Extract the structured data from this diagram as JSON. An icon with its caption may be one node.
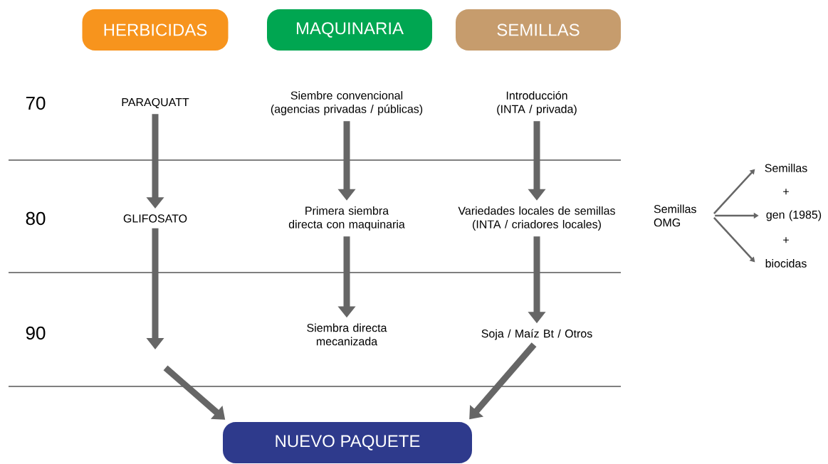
{
  "diagram": {
    "nodes": [
      {
        "text": [
          "HERBICIDAS"
        ]
      },
      {
        "text": [
          "MAQUINARIA"
        ]
      },
      {
        "text": [
          "SEMILLAS"
        ]
      },
      {
        "text": [
          "PARAQUATT"
        ]
      },
      {
        "text": [
          "Siembre convencional (agencias privadas / públicas)"
        ]
      },
      {
        "text": [
          "Introducción (INTA / privada)"
        ]
      },
      {
        "text": [
          "GLIFOSATO"
        ]
      },
      {
        "text": [
          "Primera siembra directa con maquinaria"
        ]
      },
      {
        "text": [
          "Variedades locales de semillas (INTA / criadores locales)"
        ]
      },
      {
        "text": [
          "Siembra directa mecanizada"
        ]
      },
      {
        "text": [
          "Soja / Maíz Bt / Otros"
        ]
      },
      {
        "text": [
          "NUEVO PAQUETE"
        ]
      },
      {
        "text": [
          "Semillas OMG"
        ]
      },
      {
        "text": [
          "Semillas"
        ]
      },
      {
        "text": [
          "gen (1985)"
        ]
      },
      {
        "text": [
          "biocidas"
        ]
      }
    ],
    "edges": [
      {
        "from": 3,
        "to": 6,
        "arrow": "to"
      },
      {
        "from": 4,
        "to": 7,
        "arrow": "to"
      },
      {
        "from": 5,
        "to": 8,
        "arrow": "to"
      },
      {
        "from": 7,
        "to": 9,
        "arrow": "to"
      },
      {
        "from": 8,
        "to": 10,
        "arrow": "to"
      },
      {
        "from": 6,
        "to": null,
        "arrow": "to"
      },
      {
        "from": null,
        "to": 11,
        "arrow": "to"
      },
      {
        "from": 10,
        "to": 11,
        "arrow": "to"
      },
      {
        "from": 12,
        "to": 13,
        "arrow": "to"
      },
      {
        "from": 12,
        "to": 14,
        "arrow": "to"
      },
      {
        "from": 12,
        "to": 15,
        "arrow": "to"
      }
    ],
    "labels": [
      "70",
      "80",
      "90",
      "+",
      "+"
    ]
  }
}
